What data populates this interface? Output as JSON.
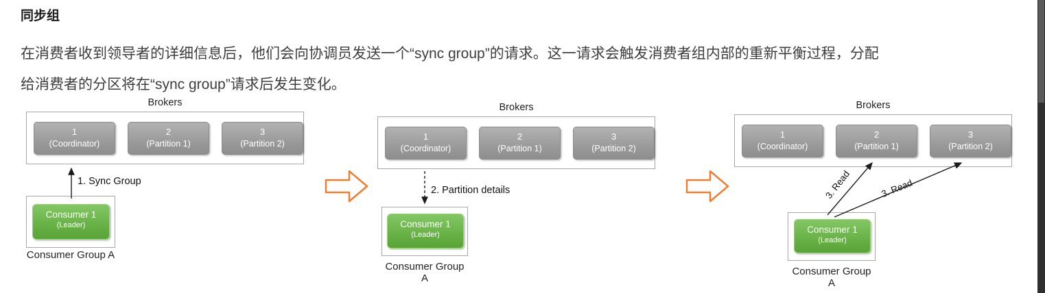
{
  "heading": "同步组",
  "paragraph": {
    "line1": "在消费者收到领导者的详细信息后，他们会向协调员发送一个“sync group”的请求。这一请求会触发消费者组内部的重新平衡过程，分配",
    "line2": "给消费者的分区将在“sync group”请求后发生变化。"
  },
  "colors": {
    "accent_orange": "#ED7D31",
    "broker_gray": "#9a9a9a",
    "consumer_green": "#65b346",
    "border_gray": "#a6a6a6",
    "arrow_black": "#1a1a1a"
  },
  "diagrams": [
    {
      "brokers_title": "Brokers",
      "brokers": [
        {
          "num": "1",
          "role": "(Coordinator)"
        },
        {
          "num": "2",
          "role": "(Partition 1)"
        },
        {
          "num": "3",
          "role": "(Partition 2)"
        }
      ],
      "arrow_label": "1. Sync Group",
      "consumer": {
        "name": "Consumer 1",
        "role": "(Leader)"
      },
      "group_label": "Consumer Group A"
    },
    {
      "brokers_title": "Brokers",
      "brokers": [
        {
          "num": "1",
          "role": "(Coordinator)"
        },
        {
          "num": "2",
          "role": "(Partition 1)"
        },
        {
          "num": "3",
          "role": "(Partition 2)"
        }
      ],
      "arrow_label": "2. Partition details",
      "consumer": {
        "name": "Consumer 1",
        "role": "(Leader)"
      },
      "group_label": "Consumer Group A"
    },
    {
      "brokers_title": "Brokers",
      "brokers": [
        {
          "num": "1",
          "role": "(Coordinator)"
        },
        {
          "num": "2",
          "role": "(Partition 1)"
        },
        {
          "num": "3",
          "role": "(Partition 2)"
        }
      ],
      "arrow_labels": [
        "3. Read",
        "3. Read"
      ],
      "consumer": {
        "name": "Consumer 1",
        "role": "(Leader)"
      },
      "group_label": "Consumer Group A"
    }
  ]
}
